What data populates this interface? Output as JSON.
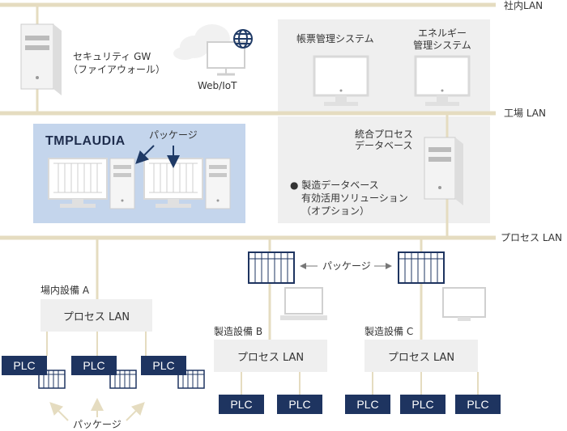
{
  "networks": {
    "corporate_lan": "社内LAN",
    "factory_lan": "工場 LAN",
    "process_lan": "プロセス LAN"
  },
  "corporate": {
    "security_gw_line1": "セキュリティ GW",
    "security_gw_line2": "（ファイアウォール）",
    "web_iot": "Web/IoT",
    "report_system": "帳票管理システム",
    "energy_line1": "エネルギー",
    "energy_line2": "管理システム"
  },
  "factory": {
    "product_name": "TMPLAUDIA",
    "package_label": "パッケージ",
    "db_line1": "統合プロセス",
    "db_line2": "データベース",
    "solution_line1": "● 製造データベース",
    "solution_line2": "有効活用ソリューション",
    "solution_line3": "（オプション）"
  },
  "plant": {
    "package_label_mid": "パッケージ",
    "package_label_bottom": "パッケージ",
    "facility_a": "場内設備 A",
    "facility_b": "製造設備 B",
    "facility_c": "製造設備 C",
    "process_lan_box": "プロセス LAN",
    "plc": "PLC"
  },
  "colors": {
    "lan_line": "#e5dcc0",
    "zone_gray": "#efefef",
    "tmplaudia_blue": "#c4d5ec",
    "plc_navy": "#1e3460",
    "arrow_navy": "#1f3a66"
  }
}
